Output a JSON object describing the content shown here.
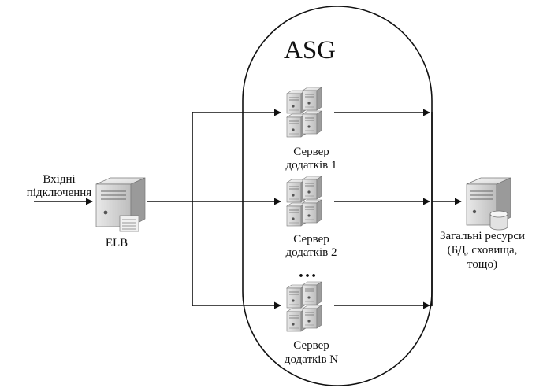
{
  "group": {
    "title": "ASG"
  },
  "incoming": {
    "line1": "Вхідні",
    "line2": "підключення"
  },
  "elb": {
    "label": "ELB"
  },
  "servers": [
    {
      "line1": "Сервер",
      "line2": "додатків 1"
    },
    {
      "line1": "Сервер",
      "line2": "додатків 2"
    },
    {
      "line1": "Сервер",
      "line2": "додатків N"
    }
  ],
  "ellipsis": "…",
  "shared": {
    "line1": "Загальні ресурси",
    "line2": "(БД, сховища,",
    "line3": "тощо)"
  },
  "icons": {
    "elb": "load-balancer-server-icon",
    "app_server": "server-stack-icon",
    "shared": "database-server-icon"
  }
}
